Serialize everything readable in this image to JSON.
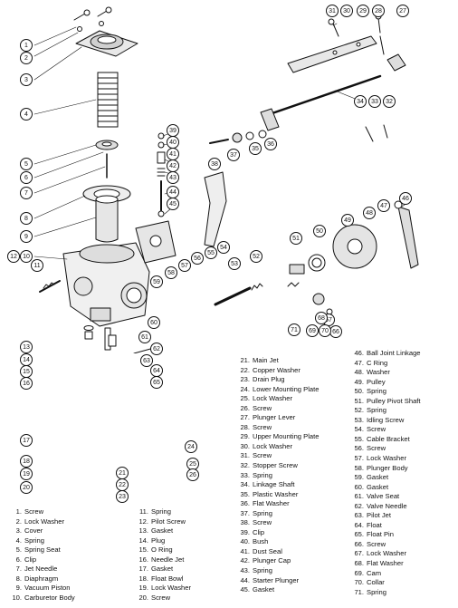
{
  "callouts": [
    {
      "n": "1"
    },
    {
      "n": "2"
    },
    {
      "n": "3"
    },
    {
      "n": "4"
    },
    {
      "n": "5"
    },
    {
      "n": "6"
    },
    {
      "n": "7"
    },
    {
      "n": "8"
    },
    {
      "n": "9"
    },
    {
      "n": "10"
    },
    {
      "n": "11"
    },
    {
      "n": "12"
    },
    {
      "n": "13"
    },
    {
      "n": "14"
    },
    {
      "n": "15"
    },
    {
      "n": "16"
    },
    {
      "n": "17"
    },
    {
      "n": "18"
    },
    {
      "n": "19"
    },
    {
      "n": "20"
    },
    {
      "n": "21"
    },
    {
      "n": "22"
    },
    {
      "n": "23"
    },
    {
      "n": "24"
    },
    {
      "n": "25"
    },
    {
      "n": "26"
    },
    {
      "n": "27"
    },
    {
      "n": "28"
    },
    {
      "n": "29"
    },
    {
      "n": "30"
    },
    {
      "n": "31"
    },
    {
      "n": "32"
    },
    {
      "n": "33"
    },
    {
      "n": "34"
    },
    {
      "n": "35"
    },
    {
      "n": "36"
    },
    {
      "n": "37"
    },
    {
      "n": "38"
    },
    {
      "n": "39"
    },
    {
      "n": "40"
    },
    {
      "n": "41"
    },
    {
      "n": "42"
    },
    {
      "n": "43"
    },
    {
      "n": "44"
    },
    {
      "n": "45"
    },
    {
      "n": "46"
    },
    {
      "n": "47"
    },
    {
      "n": "48"
    },
    {
      "n": "49"
    },
    {
      "n": "50"
    },
    {
      "n": "51"
    },
    {
      "n": "52"
    },
    {
      "n": "53"
    },
    {
      "n": "54"
    },
    {
      "n": "55"
    },
    {
      "n": "56"
    },
    {
      "n": "57"
    },
    {
      "n": "58"
    },
    {
      "n": "59"
    },
    {
      "n": "60"
    },
    {
      "n": "61"
    },
    {
      "n": "62"
    },
    {
      "n": "63"
    },
    {
      "n": "64"
    },
    {
      "n": "65"
    },
    {
      "n": "66"
    },
    {
      "n": "67"
    },
    {
      "n": "68"
    },
    {
      "n": "69"
    },
    {
      "n": "70"
    },
    {
      "n": "71"
    }
  ],
  "legend": {
    "col_a": [
      {
        "num": "1.",
        "label": "Screw"
      },
      {
        "num": "2.",
        "label": "Lock Washer"
      },
      {
        "num": "3.",
        "label": "Cover"
      },
      {
        "num": "4.",
        "label": "Spring"
      },
      {
        "num": "5.",
        "label": "Spring Seat"
      },
      {
        "num": "6.",
        "label": "Clip"
      },
      {
        "num": "7.",
        "label": "Jet Needle"
      },
      {
        "num": "8.",
        "label": "Diaphragm"
      },
      {
        "num": "9.",
        "label": "Vacuum Piston"
      },
      {
        "num": "10.",
        "label": "Carburetor Body"
      }
    ],
    "col_b": [
      {
        "num": "11.",
        "label": "Spring"
      },
      {
        "num": "12.",
        "label": "Pilot Screw"
      },
      {
        "num": "13.",
        "label": "Gasket"
      },
      {
        "num": "14.",
        "label": "Plug"
      },
      {
        "num": "15.",
        "label": "O Ring"
      },
      {
        "num": "16.",
        "label": "Needle Jet"
      },
      {
        "num": "17.",
        "label": "Gasket"
      },
      {
        "num": "18.",
        "label": "Float Bowl"
      },
      {
        "num": "19.",
        "label": "Lock Washer"
      },
      {
        "num": "20.",
        "label": "Screw"
      }
    ],
    "col_c": [
      {
        "num": "21.",
        "label": "Main Jet"
      },
      {
        "num": "22.",
        "label": "Copper Washer"
      },
      {
        "num": "23.",
        "label": "Drain Plug"
      },
      {
        "num": "24.",
        "label": "Lower Mounting Plate"
      },
      {
        "num": "25.",
        "label": "Lock Washer"
      },
      {
        "num": "26.",
        "label": "Screw"
      },
      {
        "num": "27.",
        "label": "Plunger Lever"
      },
      {
        "num": "28.",
        "label": "Screw"
      },
      {
        "num": "29.",
        "label": "Upper Mounting Plate"
      },
      {
        "num": "30.",
        "label": "Lock Washer"
      },
      {
        "num": "31.",
        "label": "Screw"
      },
      {
        "num": "32.",
        "label": "Stopper Screw"
      },
      {
        "num": "33.",
        "label": "Spring"
      },
      {
        "num": "34.",
        "label": "Linkage Shaft"
      },
      {
        "num": "35.",
        "label": "Plastic Washer"
      },
      {
        "num": "36.",
        "label": "Flat Washer"
      },
      {
        "num": "37.",
        "label": "Spring"
      },
      {
        "num": "38.",
        "label": "Screw"
      },
      {
        "num": "39.",
        "label": "Clip"
      },
      {
        "num": "40.",
        "label": "Bush"
      },
      {
        "num": "41.",
        "label": "Dust Seal"
      },
      {
        "num": "42.",
        "label": "Plunger Cap"
      },
      {
        "num": "43.",
        "label": "Spring"
      },
      {
        "num": "44.",
        "label": "Starter Plunger"
      },
      {
        "num": "45.",
        "label": "Gasket"
      }
    ],
    "col_d": [
      {
        "num": "46.",
        "label": "Ball Joint Linkage"
      },
      {
        "num": "47.",
        "label": "C Ring"
      },
      {
        "num": "48.",
        "label": "Washer"
      },
      {
        "num": "49.",
        "label": "Pulley"
      },
      {
        "num": "50.",
        "label": "Spring"
      },
      {
        "num": "51.",
        "label": "Pulley Pivot Shaft"
      },
      {
        "num": "52.",
        "label": "Spring"
      },
      {
        "num": "53.",
        "label": "Idling Screw"
      },
      {
        "num": "54.",
        "label": "Screw"
      },
      {
        "num": "55.",
        "label": "Cable Bracket"
      },
      {
        "num": "56.",
        "label": "Screw"
      },
      {
        "num": "57.",
        "label": "Lock Washer"
      },
      {
        "num": "58.",
        "label": "Plunger Body"
      },
      {
        "num": "59.",
        "label": "Gasket"
      },
      {
        "num": "60.",
        "label": "Gasket"
      },
      {
        "num": "61.",
        "label": "Valve Seat"
      },
      {
        "num": "62.",
        "label": "Valve Needle"
      },
      {
        "num": "63.",
        "label": "Pilot Jet"
      },
      {
        "num": "64.",
        "label": "Float"
      },
      {
        "num": "65.",
        "label": "Float Pin"
      },
      {
        "num": "66.",
        "label": "Screw"
      },
      {
        "num": "67.",
        "label": "Lock Washer"
      },
      {
        "num": "68.",
        "label": "Flat Washer"
      },
      {
        "num": "69.",
        "label": "Cam"
      },
      {
        "num": "70.",
        "label": "Collar"
      },
      {
        "num": "71.",
        "label": "Spring"
      }
    ]
  }
}
